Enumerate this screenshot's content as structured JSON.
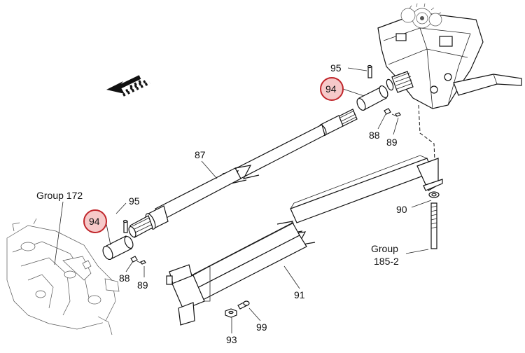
{
  "labels": {
    "group_172": "Group 172",
    "group_185_2_line1": "Group",
    "group_185_2_line2": "185-2",
    "p87": "87",
    "p88_right": "88",
    "p88_left": "88",
    "p89_right": "89",
    "p89_left": "89",
    "p90": "90",
    "p91": "91",
    "p93": "93",
    "p94_right": "94",
    "p94_left": "94",
    "p95_right": "95",
    "p95_left": "95",
    "p99": "99"
  },
  "colors": {
    "highlight_fill": "#f6c9c9",
    "highlight_stroke": "#c0262b",
    "line": "#111111"
  },
  "icons": {
    "direction_arrow": "forward-direction-arrow-icon"
  }
}
